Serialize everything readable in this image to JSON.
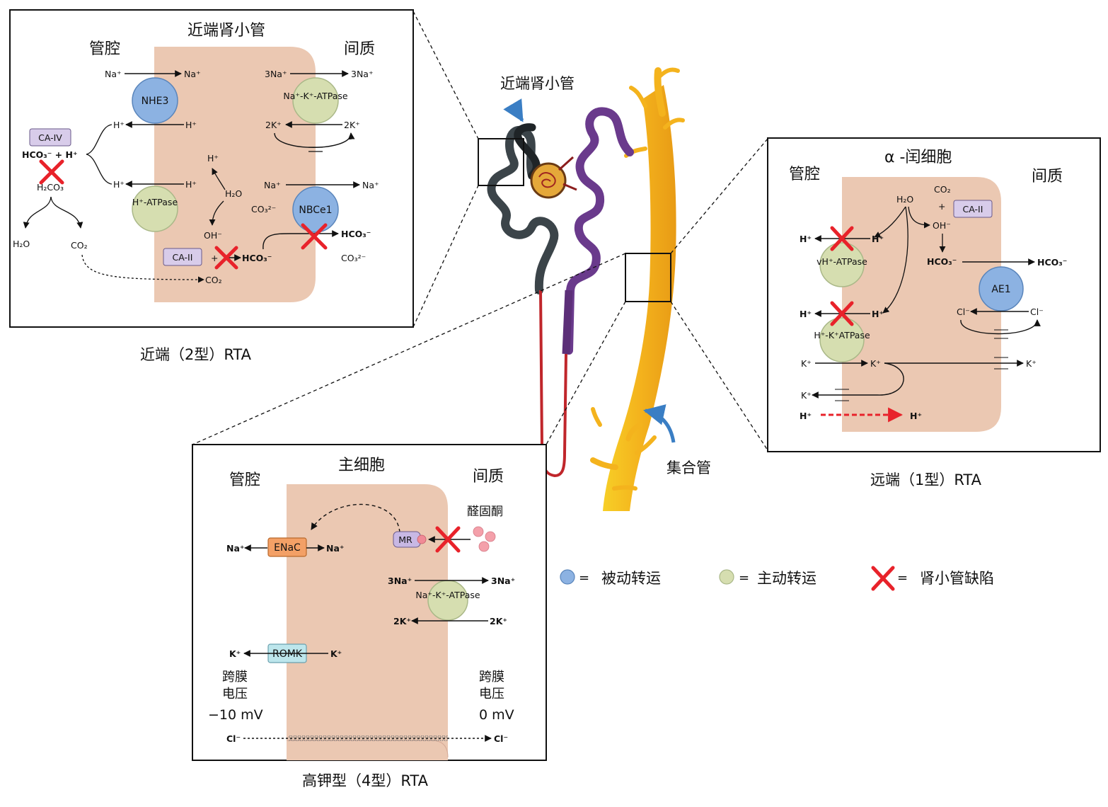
{
  "colors": {
    "cell": "#ebc8b2",
    "passive": "#8cb2e2",
    "active": "#d6deb0",
    "defect": "#e8222a",
    "collecting_duct": "#f4b31d",
    "proximal_tubule": "#3b4449",
    "distal_tubule": "#6a3a8c",
    "loop": "#c0262b",
    "arrow_blue": "#3a7ec4"
  },
  "kidney": {
    "proximal_label": "近端肾小管",
    "collecting_label": "集合管"
  },
  "panel_proximal": {
    "title": "近端肾小管",
    "lumen": "管腔",
    "interstitium": "间质",
    "caption": "近端（2型）RTA",
    "nhe3": "NHE3",
    "h_atpase": "H⁺-ATPase",
    "nak_atpase": "Na⁺-K⁺-ATPase",
    "nbce1": "NBCe1",
    "ca4": "CA-IV",
    "ca2": "CA-II",
    "na_in": "Na⁺",
    "na_out": "Na⁺",
    "h1_in": "H⁺",
    "h1_out": "H⁺",
    "h2_in": "H⁺",
    "h2_out": "H⁺",
    "na3_in": "3Na⁺",
    "na3_out": "3Na⁺",
    "k2_in": "2K⁺",
    "k2_out": "2K⁺",
    "na_b_in": "Na⁺",
    "na_b_out": "Na⁺",
    "hco3_h": "HCO₃⁻ + H⁺",
    "h2co3": "H₂CO₃",
    "h2o_lumen": "H₂O",
    "co2_lumen": "CO₂",
    "h_cell": "H⁺",
    "h2o_cell": "H₂O",
    "oh_cell": "OH⁻",
    "co3_cell": "CO₃²⁻",
    "hco3_cell": "HCO₃⁻",
    "co2_cell": "CO₂",
    "plus": "+",
    "hco3_out": "HCO₃⁻",
    "co3_out": "CO₃²⁻"
  },
  "panel_alpha": {
    "title": "α -闰细胞",
    "lumen": "管腔",
    "interstitium": "间质",
    "caption": "远端（1型）RTA",
    "vh_atpase": "vH⁺-ATPase",
    "hk_atpase": "H⁺-K⁺ATPase",
    "ae1": "AE1",
    "ca2": "CA-II",
    "h2o": "H₂O",
    "co2": "CO₂",
    "plus": "+",
    "oh": "OH⁻",
    "hco3_cell": "HCO₃⁻",
    "hco3_out": "HCO₃⁻",
    "h_a_out": "H⁺",
    "h_a_in": "H⁺",
    "h_b_out": "H⁺",
    "h_b_in": "H⁺",
    "cl_cell": "Cl⁻",
    "cl_out": "Cl⁻",
    "k_lumen": "K⁺",
    "k_cell": "K⁺",
    "k_out": "K⁺",
    "k_lumen2": "K⁺",
    "h_leak_lumen": "H⁺",
    "h_leak_cell": "H⁺"
  },
  "panel_principal": {
    "title": "主细胞",
    "lumen": "管腔",
    "interstitium": "间质",
    "caption": "高钾型（4型）RTA",
    "enac": "ENaC",
    "romk": "ROMK",
    "mr": "MR",
    "aldosterone": "醛固酮",
    "nak_atpase": "Na⁺-K⁺-ATPase",
    "na_lumen": "Na⁺",
    "na_cell": "Na⁺",
    "na3_in": "3Na⁺",
    "na3_out": "3Na⁺",
    "k2_in": "2K⁺",
    "k2_out": "2K⁺",
    "k_lumen": "K⁺",
    "k_cell": "K⁺",
    "cl_lumen": "Cl⁻",
    "cl_out": "Cl⁻",
    "tm_left_1": "跨膜",
    "tm_left_2": "电压",
    "tm_left_val": "−10 mV",
    "tm_right_1": "跨膜",
    "tm_right_2": "电压",
    "tm_right_val": "0 mV"
  },
  "legend": {
    "passive_eq": "=",
    "passive": "被动转运",
    "active_eq": "=",
    "active": "主动转运",
    "defect_eq": "=",
    "defect": "肾小管缺陷"
  }
}
